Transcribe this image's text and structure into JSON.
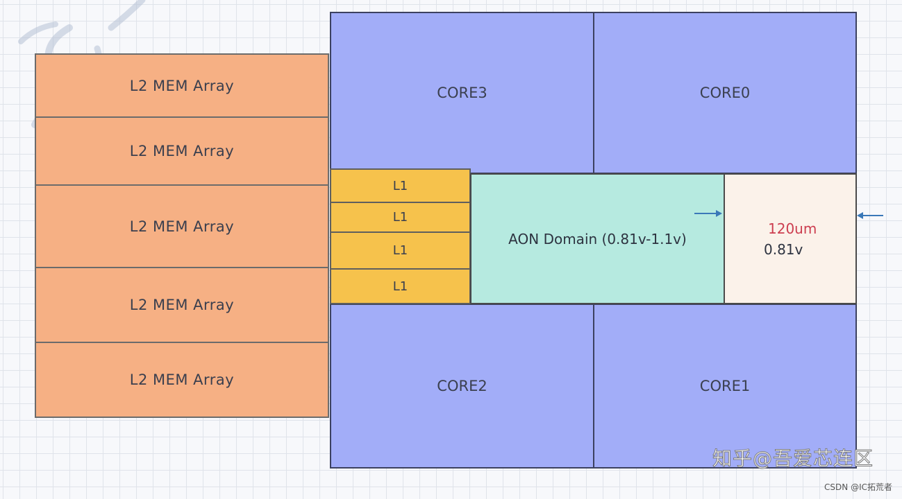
{
  "mem_arrays": [
    {
      "label": "L2 MEM Array"
    },
    {
      "label": "L2 MEM Array"
    },
    {
      "label": "L2 MEM Array"
    },
    {
      "label": "L2 MEM Array"
    },
    {
      "label": "L2 MEM Array"
    }
  ],
  "cores": {
    "core3": "CORE3",
    "core0": "CORE0",
    "core2": "CORE2",
    "core1": "CORE1"
  },
  "l1": [
    "L1",
    "L1",
    "L1",
    "L1"
  ],
  "aon": {
    "label": "AON Domain (0.81v-1.1v)"
  },
  "ao_region": {
    "dimension": "120um",
    "voltage": "0.81v"
  },
  "colors": {
    "mem": "#f6b084",
    "core": "#a2adf8",
    "l1": "#f6c24c",
    "aon": "#b6eae0",
    "ao_region": "#fbf2ea",
    "dimension_text": "#cc3d4f",
    "arrow": "#3a78b8"
  },
  "watermark": {
    "logo": "知乎@吾爱芯连区",
    "credit": "CSDN @IC拓荒者"
  }
}
